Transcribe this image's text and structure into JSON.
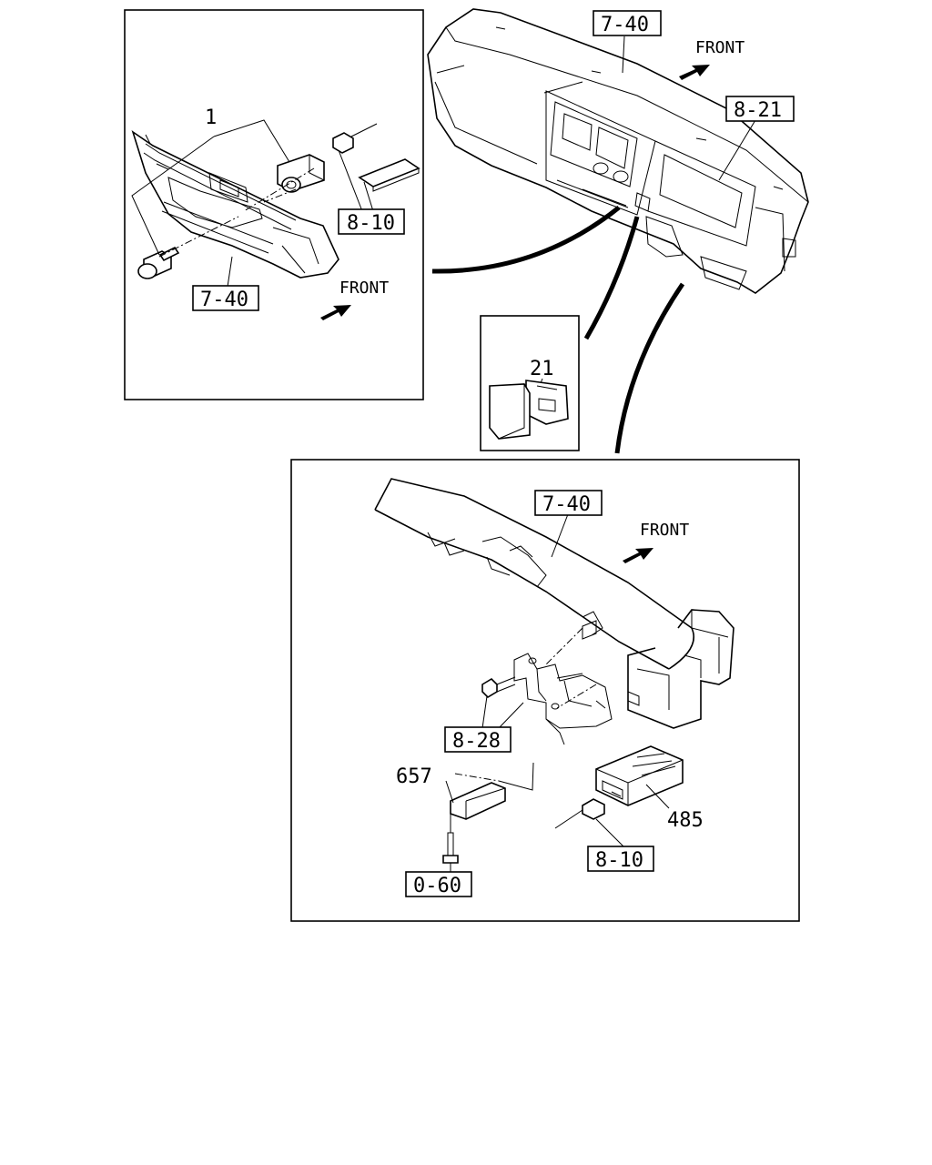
{
  "labels": {
    "top_left_7_40": "7-40",
    "top_left_8_10": "8-10",
    "top_left_part_1": "1",
    "top_left_front": "FRONT",
    "top_right_7_40": "7-40",
    "top_right_8_21": "8-21",
    "top_right_front": "FRONT",
    "inset_part_21": "21",
    "bottom_7_40": "7-40",
    "bottom_front": "FRONT",
    "bottom_8_28": "8-28",
    "bottom_part_657": "657",
    "bottom_0_60": "0-60",
    "bottom_part_485": "485",
    "bottom_8_10": "8-10"
  }
}
